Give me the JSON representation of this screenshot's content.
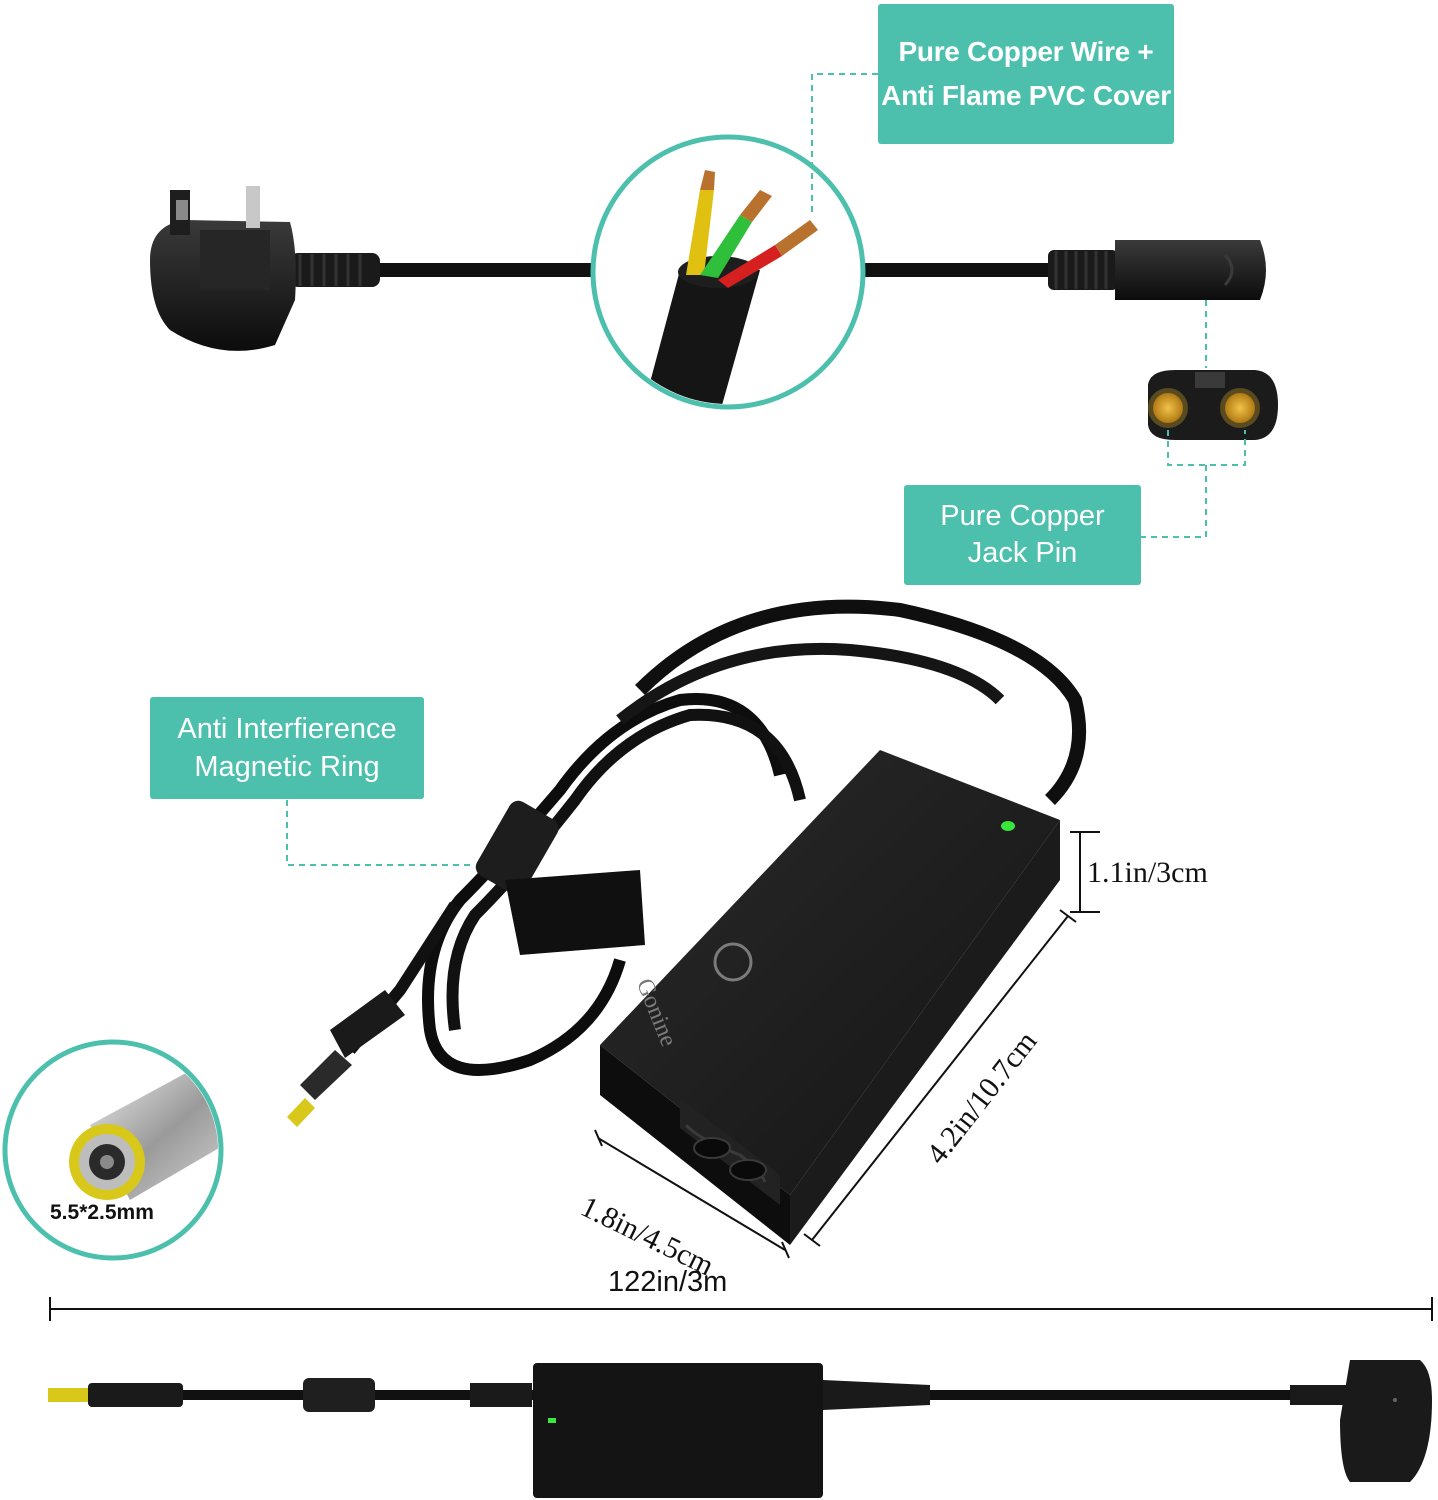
{
  "callouts": {
    "wire": {
      "line1": "Pure Copper Wire +",
      "line2": "Anti Flame PVC Cover"
    },
    "pin": {
      "line1": "Pure Copper",
      "line2": "Jack Pin"
    },
    "ring": {
      "line1": "Anti Interfierence",
      "line2": "Magnetic Ring"
    }
  },
  "dimensions": {
    "height": "1.1in/3cm",
    "width": "1.8in/4.5cm",
    "depth": "4.2in/10.7cm",
    "cable_length": "122in/3m",
    "tip_size": "5.5*2.5mm"
  },
  "brand": "Gonine",
  "colors": {
    "accent": "#4cc0ad",
    "cable": "#111111",
    "led": "#39e639",
    "tip": "#d8c81a"
  }
}
